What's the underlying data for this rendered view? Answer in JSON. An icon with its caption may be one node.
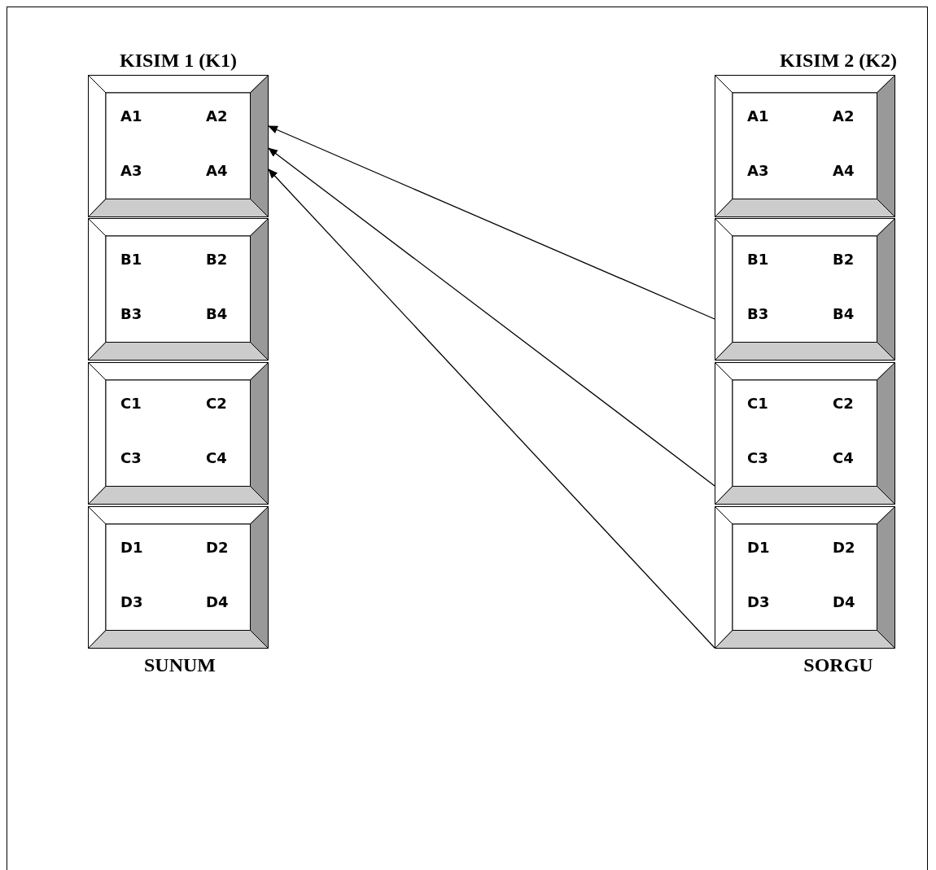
{
  "diagram": {
    "nodes": [
      {
        "text": [
          "A1",
          "A2",
          "A3",
          "A4"
        ]
      },
      {
        "text": [
          "B1",
          "B2",
          "B3",
          "B4"
        ]
      },
      {
        "text": [
          "C1",
          "C2",
          "C3",
          "C4"
        ]
      },
      {
        "text": [
          "D1",
          "D2",
          "D3",
          "D4"
        ]
      },
      {
        "text": [
          "A1",
          "A2",
          "A3",
          "A4"
        ]
      },
      {
        "text": [
          "B1",
          "B2",
          "B3",
          "B4"
        ]
      },
      {
        "text": [
          "C1",
          "C2",
          "C3",
          "C4"
        ]
      },
      {
        "text": [
          "D1",
          "D2",
          "D3",
          "D4"
        ]
      }
    ],
    "edges": [
      {
        "from": 5,
        "to": 0,
        "arrow": "to"
      },
      {
        "from": 6,
        "to": 0,
        "arrow": "to"
      },
      {
        "from": 7,
        "to": 0,
        "arrow": "to"
      }
    ],
    "labels": [
      "KISIM 1 (K1)",
      "KISIM 2 (K2)",
      "SUNUM",
      "SORGU"
    ]
  }
}
